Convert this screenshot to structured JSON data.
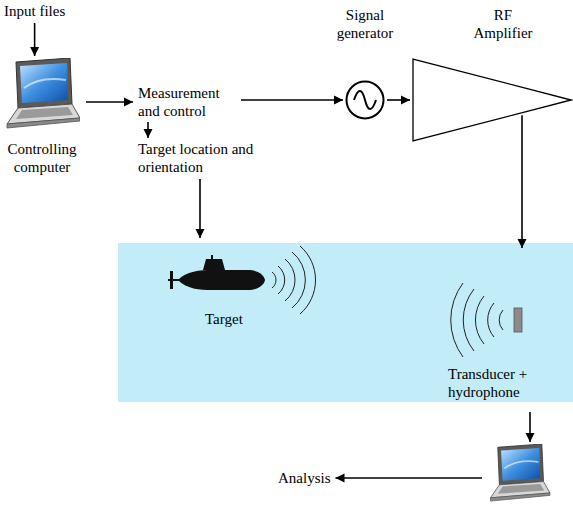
{
  "diagram": {
    "nodes": [
      {
        "text": [
          "Input files"
        ]
      },
      {
        "text": [
          "Controlling computer"
        ]
      },
      {
        "text": [
          "Measurement and control"
        ]
      },
      {
        "text": [
          "Target location and orientation"
        ]
      },
      {
        "text": [
          "Signal generator"
        ]
      },
      {
        "text": [
          "RF Amplifier"
        ]
      },
      {
        "text": [
          "Target"
        ]
      },
      {
        "text": [
          "Transducer + hydrophone"
        ]
      },
      {
        "text": [
          "Analysis"
        ]
      }
    ],
    "edges": [
      {
        "from": 0,
        "to": 1,
        "arrow": "to"
      },
      {
        "from": 1,
        "to": 2,
        "arrow": "to"
      },
      {
        "from": 2,
        "to": 4,
        "arrow": "to"
      },
      {
        "from": 2,
        "to": 3,
        "arrow": "to"
      },
      {
        "from": 3,
        "to": 6,
        "arrow": "to"
      },
      {
        "from": 4,
        "to": 5,
        "arrow": "to"
      },
      {
        "from": 5,
        "to": 7,
        "arrow": "to"
      },
      {
        "from": 7,
        "to": 8,
        "arrow": "to"
      }
    ]
  }
}
